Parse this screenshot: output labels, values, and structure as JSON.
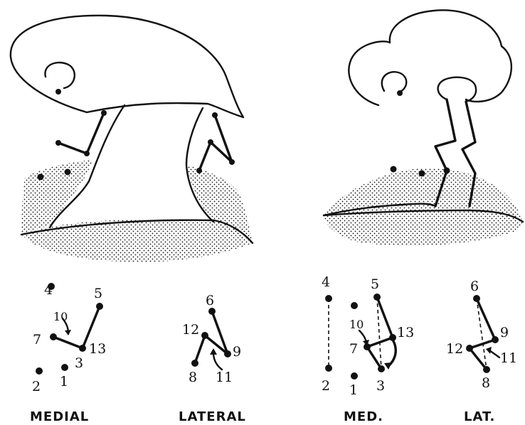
{
  "captions": {
    "medial": "MEDIAL",
    "lateral": "LATERAL",
    "med": "MED.",
    "lat": "LAT."
  },
  "labels": {
    "medial": {
      "n4": "4",
      "n5": "5",
      "n10": "10",
      "n7": "7",
      "n13": "13",
      "n3": "3",
      "n2": "2",
      "n1": "1"
    },
    "lateral": {
      "n6": "6",
      "n12": "12",
      "n9": "9",
      "n8": "8",
      "n11": "11"
    },
    "med": {
      "n4": "4",
      "n5": "5",
      "n10": "10",
      "n13": "13",
      "n7": "7",
      "n2": "2",
      "n1": "1",
      "n3": "3"
    },
    "lat": {
      "n6": "6",
      "n9": "9",
      "n12": "12",
      "n11": "11",
      "n8": "8"
    }
  },
  "colors": {
    "ink": "#111111",
    "paper": "#ffffff"
  }
}
